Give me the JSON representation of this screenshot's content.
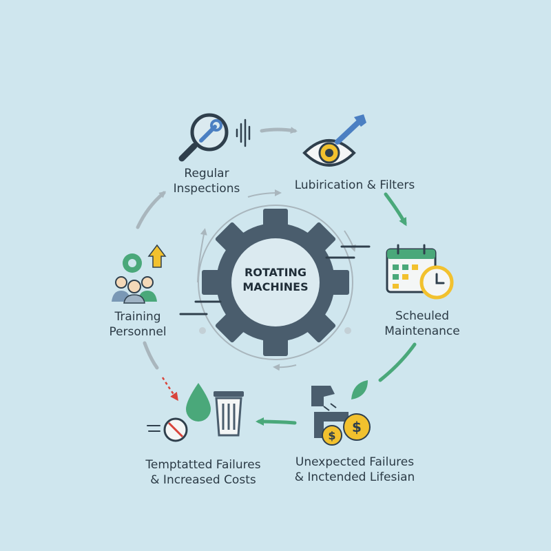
{
  "center": {
    "line1": "ROTATING",
    "line2": "MACHINES"
  },
  "steps": {
    "inspections": {
      "line1": "Regular",
      "line2": "Inspections",
      "icon": "magnifier-wrench-icon"
    },
    "lubrication": {
      "line1": "Lubirication & Filters",
      "icon": "eye-wrench-icon"
    },
    "scheduled": {
      "line1": "Scheuled",
      "line2": "Maintenance",
      "icon": "calendar-clock-icon"
    },
    "unexpected": {
      "line1": "Unexpected Failures",
      "line2": "& Inctended Lifesian",
      "icon": "faucet-coins-leaf-icon"
    },
    "failures": {
      "line1": "Temptatted Failures",
      "line2": "& Increased Costs",
      "icon": "drop-trash-prohibited-icon"
    },
    "training": {
      "line1": "Training",
      "line2": "Personnel",
      "icon": "team-gear-arrow-icon"
    }
  },
  "colors": {
    "background": "#cfe6ee",
    "gear": "#4a5d6d",
    "accent_green": "#4aa87a",
    "accent_gray": "#a9b6bd",
    "coin": "#f2c12e",
    "icon_blue": "#4b7fc2",
    "alert_red": "#d9443b"
  }
}
